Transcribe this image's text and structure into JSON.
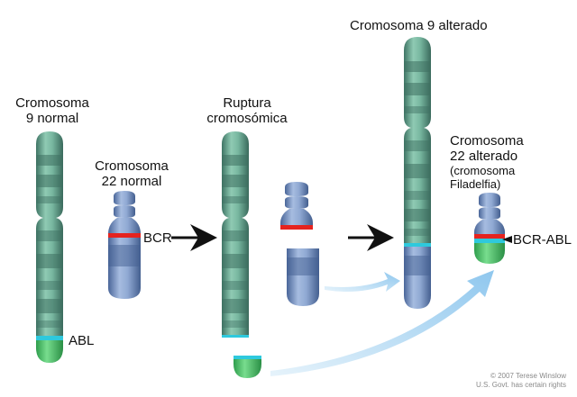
{
  "labels": {
    "chr9_normal": [
      "Cromosoma",
      "9 normal"
    ],
    "chr22_normal": [
      "Cromosoma",
      "22 normal"
    ],
    "rupture": [
      "Ruptura",
      "cromosómica"
    ],
    "chr9_altered": "Cromosoma 9 alterado",
    "chr22_altered": [
      "Cromosoma",
      "22 alterado"
    ],
    "philadelphia": [
      "(cromosoma",
      "Filadelfia)"
    ],
    "abl": "ABL",
    "bcr": "BCR",
    "bcr_abl": "BCR-ABL"
  },
  "credit": [
    "© 2007 Terese Winslow",
    "U.S. Govt. has certain rights"
  ],
  "colors": {
    "green_light": "#a9d6c3",
    "green_mid": "#6aa893",
    "green_dark": "#3e6f61",
    "blue_light": "#b9cbe6",
    "blue_mid": "#7d96c2",
    "blue_dark": "#435f91",
    "abl_cyan": "#2ec9dd",
    "abl_green": "#4cc66a",
    "bcr_red": "#e5231f",
    "arrow_blue": "#a9d3f0",
    "text": "#111111"
  }
}
